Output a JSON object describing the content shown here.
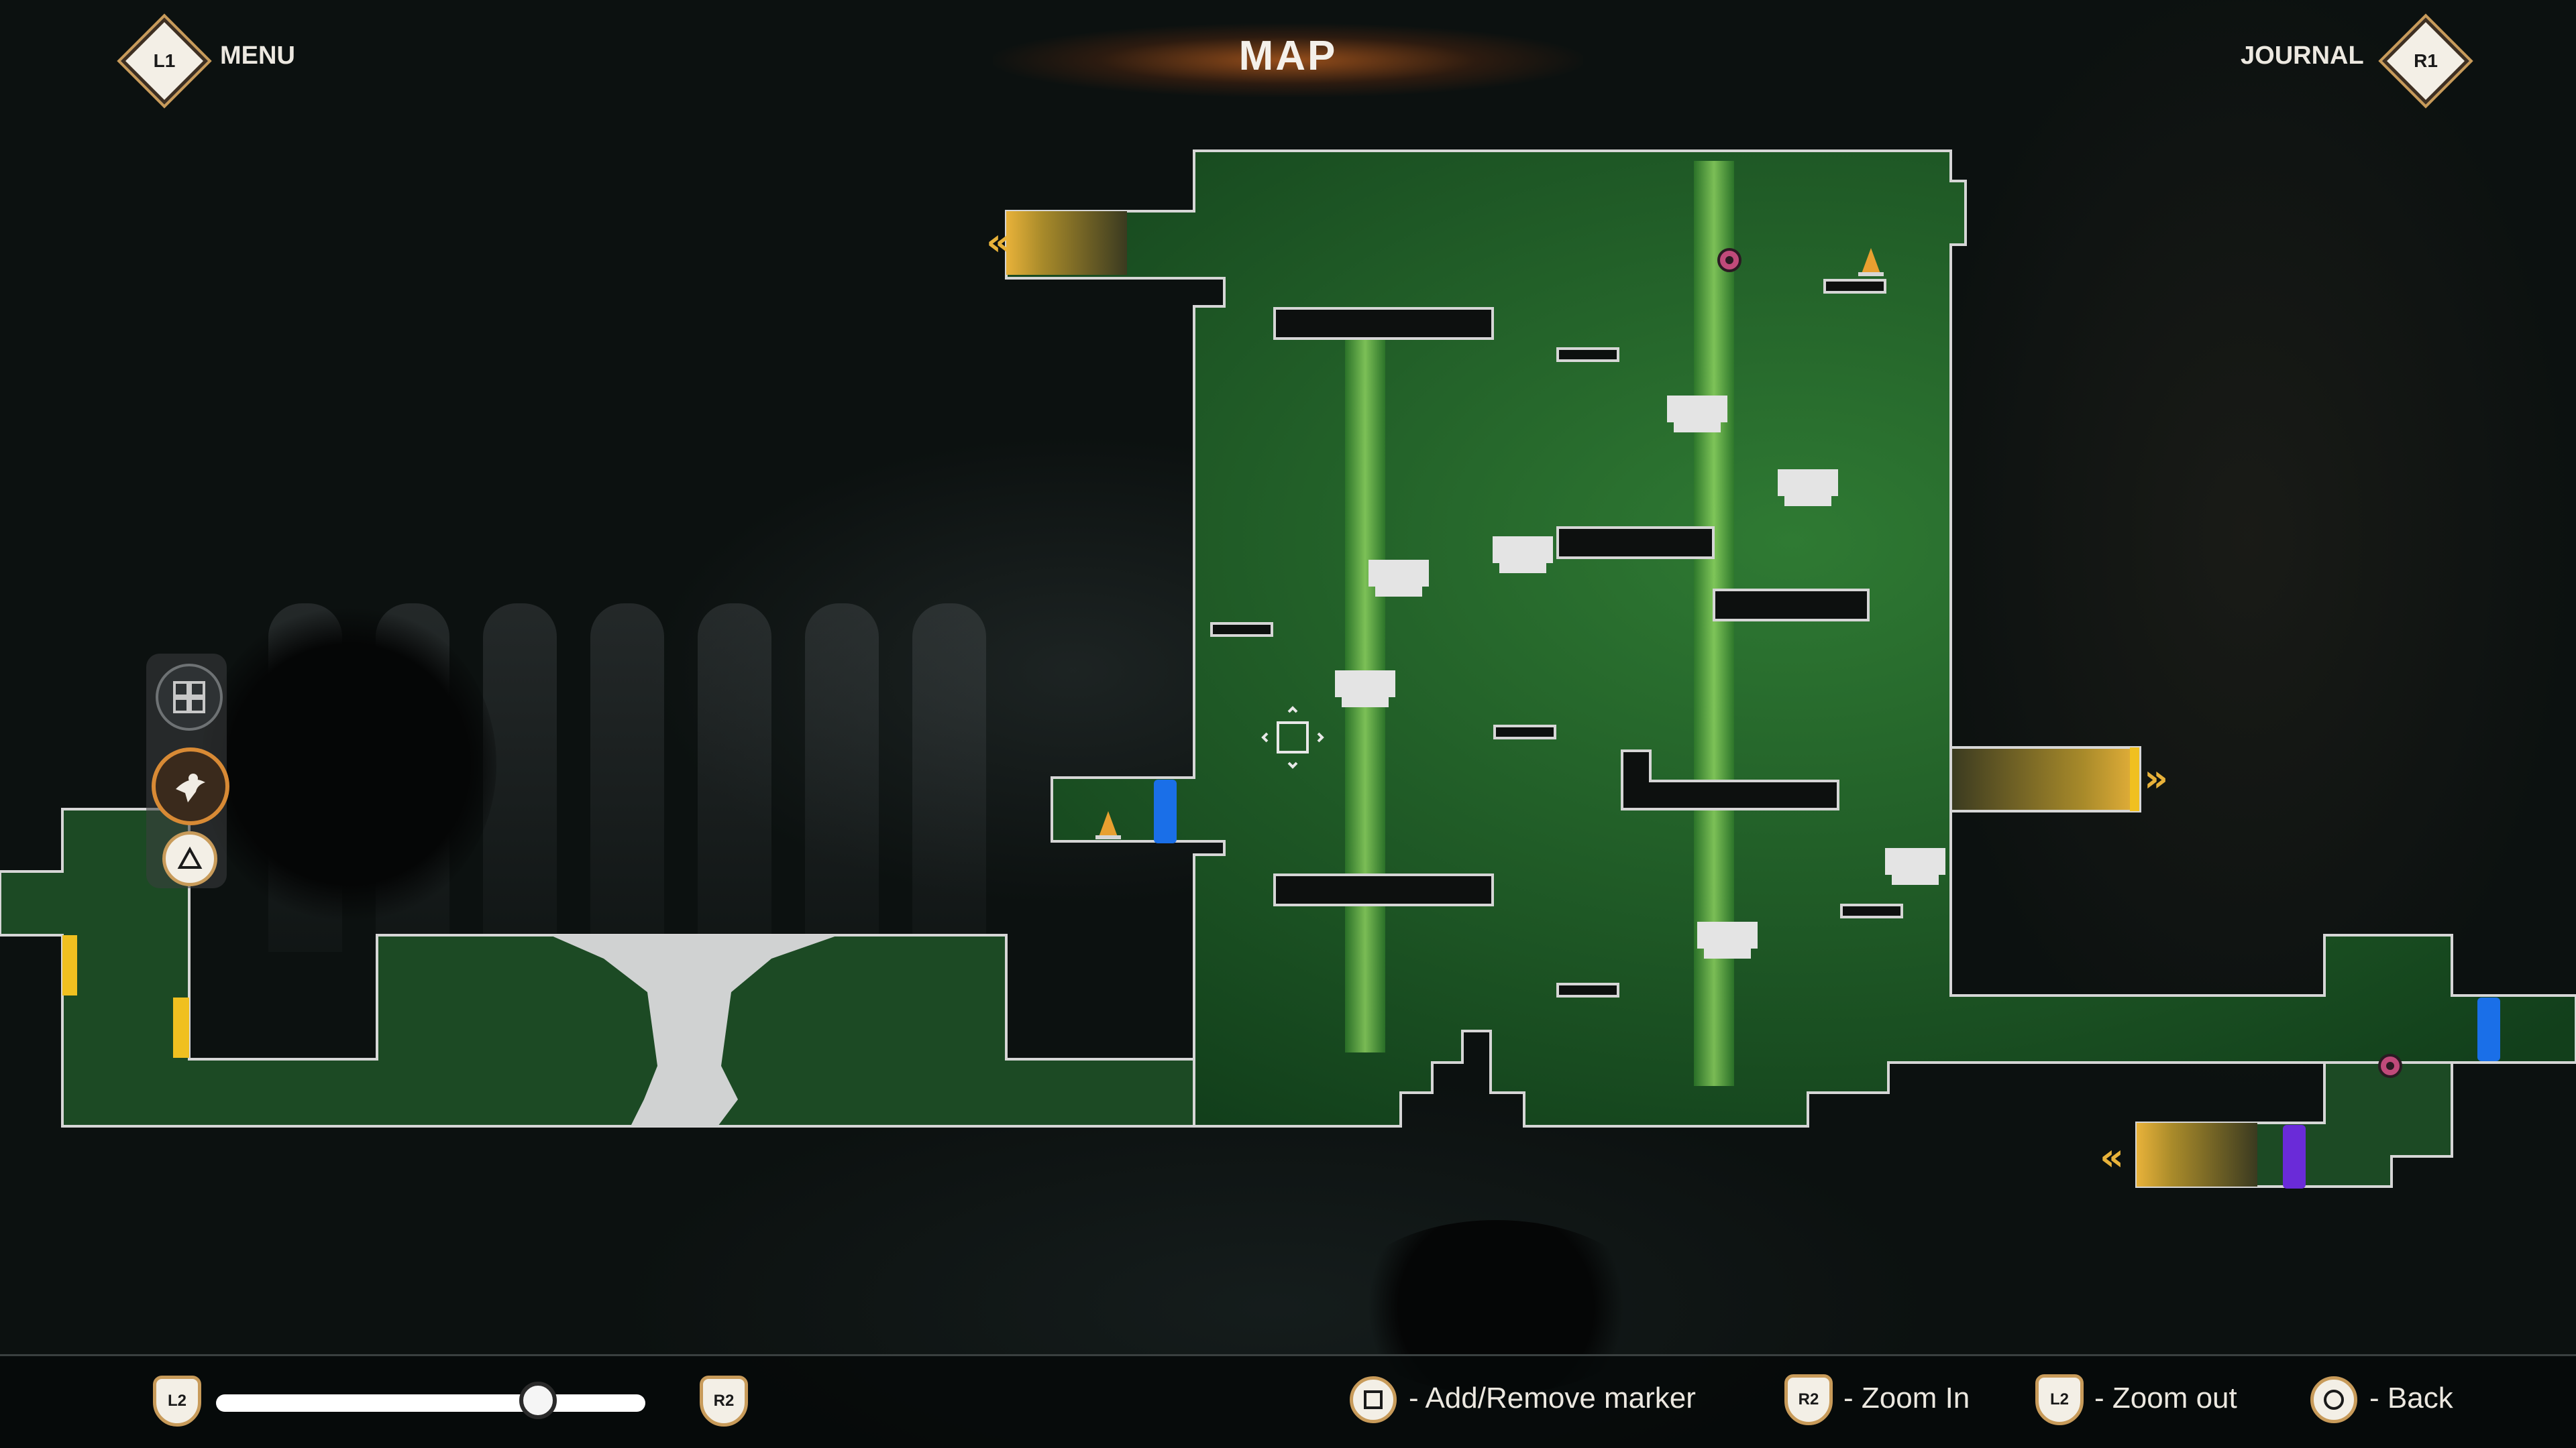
{
  "header": {
    "title": "MAP",
    "left_button": "L1",
    "left_label": "MENU",
    "right_button": "R1",
    "right_label": "JOURNAL"
  },
  "map": {
    "markers": [
      {
        "type": "spiral-marker-icon"
      },
      {
        "type": "spiral-marker-icon"
      },
      {
        "type": "campfire-icon"
      },
      {
        "type": "campfire-icon"
      }
    ],
    "colors": {
      "room_fill": "#1f5a28",
      "room_outline": "#d6d6d6",
      "pillar": "#8fe05a",
      "blue_door": "#1a6fe8",
      "purple_door": "#6a2bd8",
      "yellow_door": "#f0c020",
      "exit_gold": "#d89a2a"
    }
  },
  "side_tools": {
    "items": [
      "grid-icon",
      "character-icon",
      "triangle-button-icon"
    ]
  },
  "footer": {
    "zoom_left_button": "L2",
    "zoom_right_button": "R2",
    "zoom_level": 0.75,
    "hints": [
      {
        "button": "square",
        "label": "- Add/Remove marker"
      },
      {
        "button": "R2",
        "label": "- Zoom In"
      },
      {
        "button": "L2",
        "label": "- Zoom out"
      },
      {
        "button": "circle",
        "label": "- Back"
      }
    ]
  }
}
